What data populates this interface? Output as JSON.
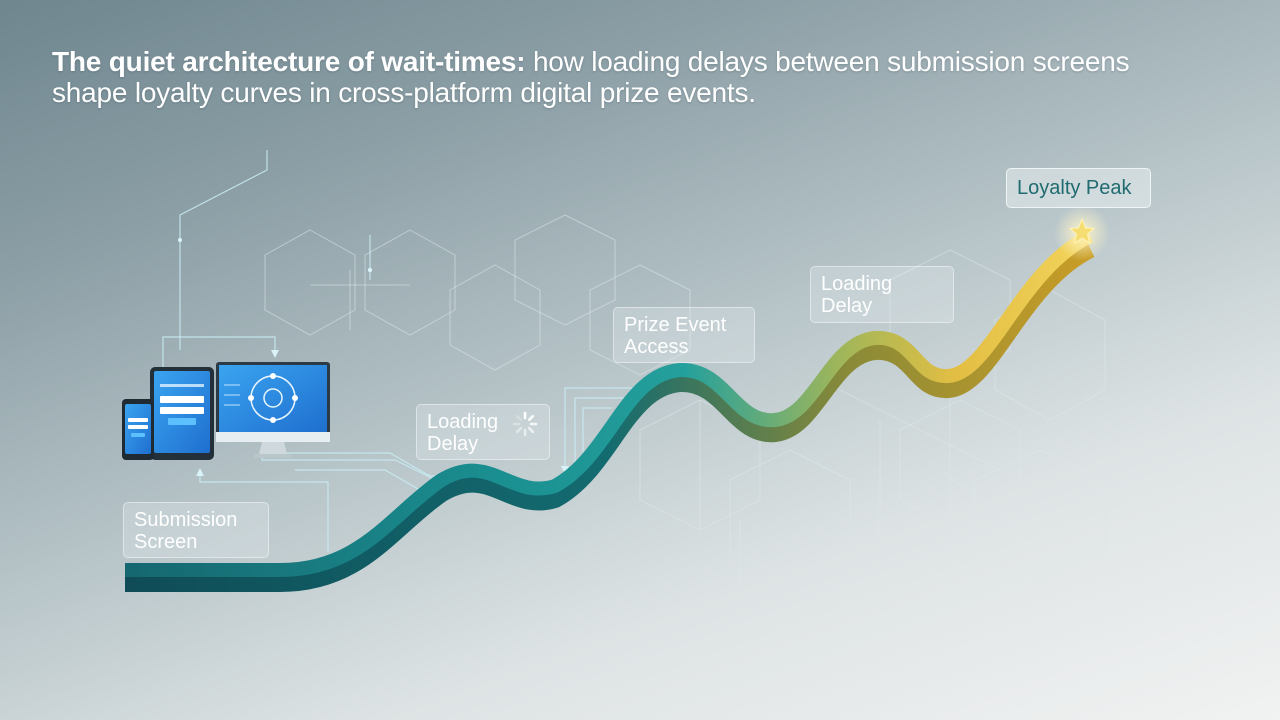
{
  "title": {
    "bold": "The quiet architecture of wait-times:",
    "rest": " how loading delays between submission screens shape loyalty curves in cross-platform digital prize events."
  },
  "labels": {
    "submission_screen": "Submission Screen",
    "loading_delay_1": "Loading Delay",
    "prize_event_access": "Prize Event Access",
    "loading_delay_2": "Loading Delay",
    "loyalty_peak": "Loyalty Peak"
  },
  "colors": {
    "curve_teal": "#1d8d90",
    "curve_gold": "#e6bf3e",
    "peak_text": "#1f6b70",
    "screen_blue": "#2f8ee6"
  },
  "icons": {
    "devices": "phone-tablet-monitor",
    "spinner": "loading-spinner-icon",
    "star": "star-icon"
  }
}
